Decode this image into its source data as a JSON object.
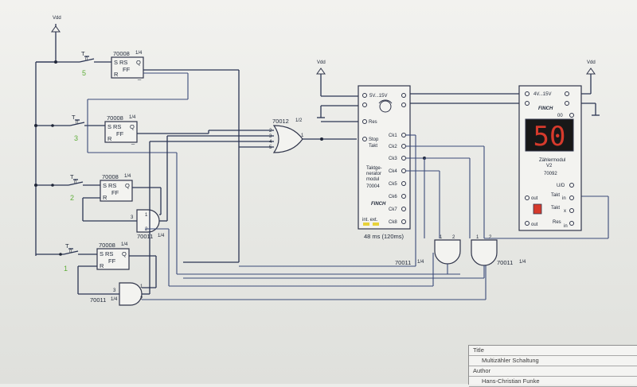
{
  "labels": {
    "vdd": "Vdd",
    "ff_part": "70008",
    "ff_sub": "1/4",
    "ff_s": "S",
    "ff_rs": "RS",
    "ff_ff": "FF",
    "ff_r": "R",
    "ff_q": "Q",
    "ff_qbar": "_",
    "switch_t": "T",
    "switch_sub": "0",
    "and_part": "70011",
    "and_sub": "1/4",
    "or_part": "70012",
    "or_sub": "1/2",
    "pin1": "1",
    "pin2": "2",
    "pin3": "3",
    "pin4": "4",
    "pin5": "5"
  },
  "stage_numbers": [
    "5",
    "3",
    "2",
    "1"
  ],
  "generator": {
    "voltage": "5V...15V",
    "res": "Res",
    "stop": "Stop",
    "takt": "Takt",
    "name_lines": [
      "Taktge-",
      "nerator",
      "modul"
    ],
    "part": "70004",
    "brand": "FINCH",
    "int_ext": "int. ext.",
    "outputs": [
      "Ck1",
      "Ck2",
      "Ck3",
      "Ck4",
      "Ck5",
      "Ck6",
      "Ck7",
      "Ck8"
    ],
    "caption": "48 ms (120ms)"
  },
  "counter": {
    "voltage": "4V...15V",
    "brand": "FINCH",
    "display_digits": "50",
    "q0": "00",
    "name_line1": "Zählermodul",
    "name_line2": "V2",
    "part": "70092",
    "ud": "U/D",
    "out": "out",
    "takt": "Takt",
    "in": "in",
    "x": "x",
    "res": "Res"
  },
  "title_block": {
    "title_label": "Title",
    "title_value": "Multizähler Schaltung",
    "author_label": "Author",
    "author_value": "Hans-Christian Funke"
  },
  "colors": {
    "wire": "#2b3553",
    "signal_wire": "#3a4a78",
    "led_red": "#d63a2c",
    "led_yellow": "#e8d23a",
    "stage_number": "#5fae3a"
  }
}
